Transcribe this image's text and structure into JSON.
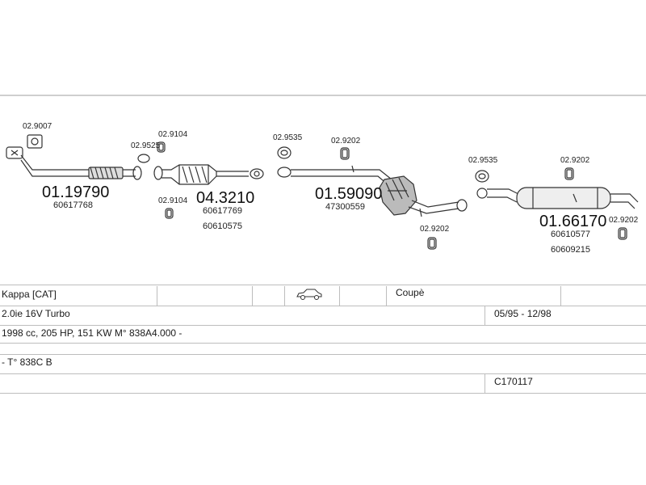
{
  "parts": {
    "p1_gasket": "02.9007",
    "p1_code": "01.19790",
    "p1_oem": "60617768",
    "clamp_a": "02.9525",
    "rubber_a": "02.9104",
    "rubber_b": "02.9104",
    "cat_code": "04.3210",
    "cat_oem_1": "60617769",
    "cat_oem_2": "60610575",
    "ring_a": "02.9535",
    "rubber_c": "02.9202",
    "mid_code": "01.59090",
    "mid_oem": "47300559",
    "rubber_d": "02.9202",
    "ring_b": "02.9535",
    "rubber_e": "02.9202",
    "rear_code": "01.66170",
    "rear_oem_1": "60610577",
    "rear_oem_2": "60609215",
    "rubber_f": "02.9202"
  },
  "vehicle": {
    "model": "Kappa  [CAT]",
    "body": "Coupè",
    "engine": "2.0ie 16V Turbo",
    "years": "05/95 - 12/98",
    "specs": "1998 cc, 205 HP, 151 KW M° 838A4.000 -",
    "type": "- T° 838C B",
    "ref": "C170117"
  }
}
